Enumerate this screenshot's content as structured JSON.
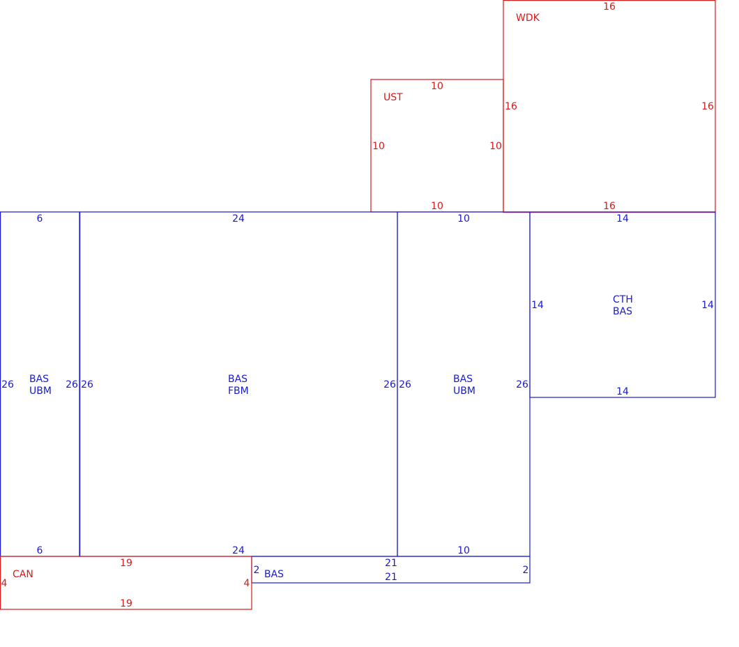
{
  "colors": {
    "main": "#1a1acc",
    "outbuilding": "#d41a1a"
  },
  "areas": {
    "wdk": {
      "code": "WDK",
      "dims": [
        "16",
        "16",
        "16",
        "16"
      ]
    },
    "ust": {
      "code": "UST",
      "dims": [
        "10",
        "10",
        "10",
        "10"
      ]
    },
    "bas_ubm_left": {
      "code1": "BAS",
      "code2": "UBM",
      "dims": [
        "6",
        "6",
        "26",
        "26"
      ]
    },
    "bas_fbm": {
      "code1": "BAS",
      "code2": "FBM",
      "dims": [
        "24",
        "24",
        "26",
        "26"
      ]
    },
    "bas_ubm_right": {
      "code1": "BAS",
      "code2": "UBM",
      "dims": [
        "10",
        "10",
        "26",
        "26"
      ]
    },
    "cth_bas": {
      "code1": "CTH",
      "code2": "BAS",
      "dims": [
        "14",
        "14",
        "14",
        "14"
      ]
    },
    "can": {
      "code": "CAN",
      "dims": [
        "19",
        "19",
        "4",
        "4"
      ]
    },
    "bas_strip": {
      "code": "BAS",
      "dims": [
        "21",
        "21",
        "2",
        "2"
      ]
    }
  }
}
